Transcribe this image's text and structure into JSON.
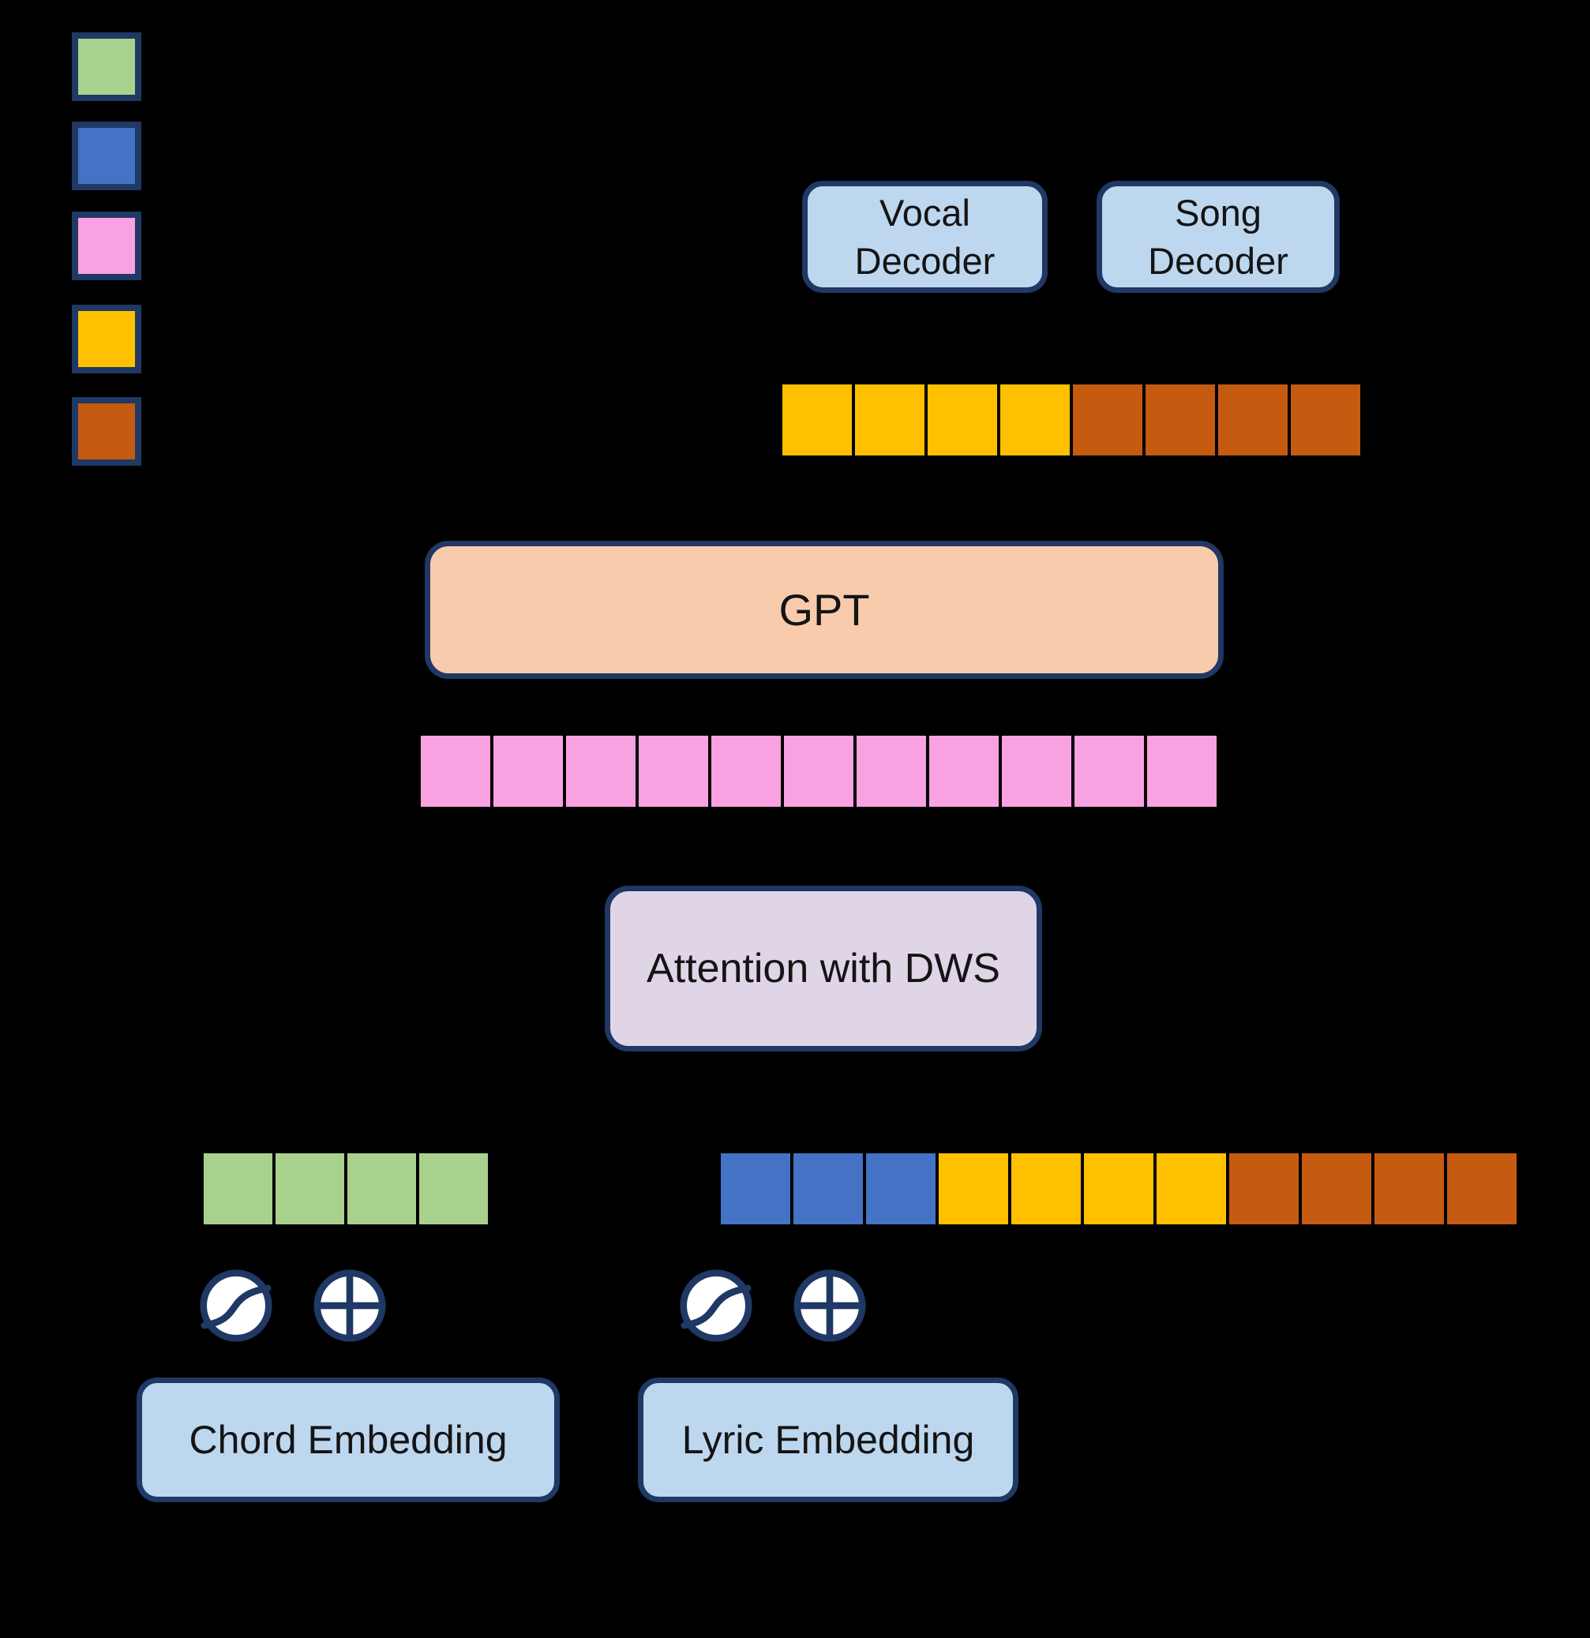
{
  "colors": {
    "green": "#A9D18E",
    "blue": "#4472C4",
    "pink": "#F9A2E2",
    "yellow": "#FFC000",
    "brown": "#C55A11",
    "navy": "#1F3864",
    "light_blue": "#BDD7EE",
    "peach": "#F8CBAD",
    "lavender": "#E0D5E7",
    "background": "#000000",
    "operator_fill": "#FFFFFF"
  },
  "legend": {
    "items": [
      {
        "color": "green"
      },
      {
        "color": "blue"
      },
      {
        "color": "pink"
      },
      {
        "color": "yellow"
      },
      {
        "color": "brown"
      }
    ]
  },
  "boxes": {
    "vocal_decoder": {
      "label": "Vocal\nDecoder"
    },
    "song_decoder": {
      "label": "Song\nDecoder"
    },
    "gpt": {
      "label": "GPT"
    },
    "attention": {
      "label": "Attention with DWS"
    },
    "chord_embedding": {
      "label": "Chord Embedding"
    },
    "lyric_embedding": {
      "label": "Lyric Embedding"
    }
  },
  "token_rows": {
    "decoder_output": {
      "cells": [
        "yellow",
        "yellow",
        "yellow",
        "yellow",
        "brown",
        "brown",
        "brown",
        "brown"
      ]
    },
    "gpt_input": {
      "cells": [
        "pink",
        "pink",
        "pink",
        "pink",
        "pink",
        "pink",
        "pink",
        "pink",
        "pink",
        "pink",
        "pink"
      ]
    },
    "chord_tokens": {
      "cells": [
        "green",
        "green",
        "green",
        "green"
      ]
    },
    "lyric_tokens": {
      "cells": [
        "blue",
        "blue",
        "blue",
        "yellow",
        "yellow",
        "yellow",
        "yellow",
        "brown",
        "brown",
        "brown",
        "brown"
      ]
    }
  },
  "operators": {
    "sigmoid": "sigmoid",
    "add": "circled-plus"
  }
}
